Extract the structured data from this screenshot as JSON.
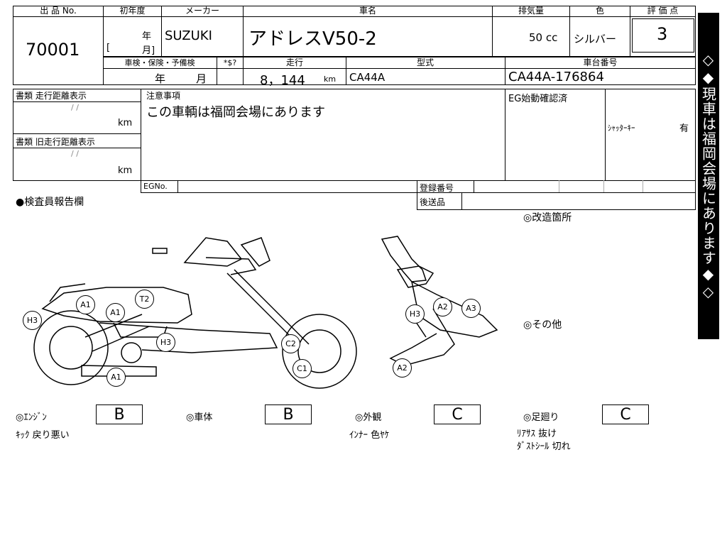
{
  "header": {
    "lot_no_label": "出 品 No.",
    "year_label": "初年度",
    "maker_label": "メーカー",
    "name_label": "車名",
    "displacement_label": "排気量",
    "color_label": "色",
    "score_label": "評 価 点"
  },
  "values": {
    "lot_no": "70001",
    "year_unit": "年",
    "month_unit": "月]",
    "bracket_open": "[",
    "maker": "SUZUKI",
    "name": "アドレスV50-2",
    "displacement": "50 cc",
    "color": "シルバー",
    "score": "3"
  },
  "row2": {
    "inspection_label": "車検・保険・予備検",
    "dollar_label": "*$?",
    "mileage_label": "走行",
    "model_label": "型式",
    "frame_label": "車台番号",
    "ins_year": "年",
    "ins_month": "月",
    "mileage": "8，144",
    "mileage_unit": "km",
    "model": "CA44A",
    "frame": "CA44A-176864"
  },
  "docs": {
    "doc1_label": "書類 走行距離表示",
    "doc1_slash": "/   /",
    "doc1_unit": "km",
    "doc2_label": "書類 旧走行距離表示",
    "doc2_slash": "/   /",
    "doc2_unit": "km",
    "notes_label": "注意事項",
    "notes_text": "この車輌は福岡会場にあります",
    "eg_label": "EG始動確認済",
    "shutter_label": "ｼｬｯﾀｰｷｰ",
    "shutter_value": "有",
    "egno_label": "EGNo.",
    "reg_label": "登録番号",
    "ship_label": "後送品"
  },
  "report": {
    "inspector_label": "●検査員報告欄",
    "modify_label": "◎改造箇所",
    "other_label": "◎その他"
  },
  "diagram_marks": {
    "h3a": "H3",
    "a1a": "A1",
    "a1b": "A1",
    "t2": "T2",
    "h3b": "H3",
    "a1c": "A1",
    "c2": "C2",
    "c1": "C1",
    "h3c": "H3",
    "a2a": "A2",
    "a3": "A3",
    "a2b": "A2"
  },
  "grades": {
    "engine_label": "◎ｴﾝｼﾞﾝ",
    "engine": "B",
    "body_label": "◎車体",
    "body": "B",
    "exterior_label": "◎外観",
    "exterior": "C",
    "suspension_label": "◎足廻り",
    "suspension": "C"
  },
  "remarks": {
    "engine": "ｷｯｸ 戻り悪い",
    "exterior": "ｲﾝﾅｰ 色ﾔｹ",
    "suspension_1": "ﾘｱｻｽ 抜け",
    "suspension_2": "ﾀﾞｽﾄｼｰﾙ 切れ"
  },
  "sidebar": {
    "text": "◇◆現車は福岡会場にあります◆◇"
  }
}
